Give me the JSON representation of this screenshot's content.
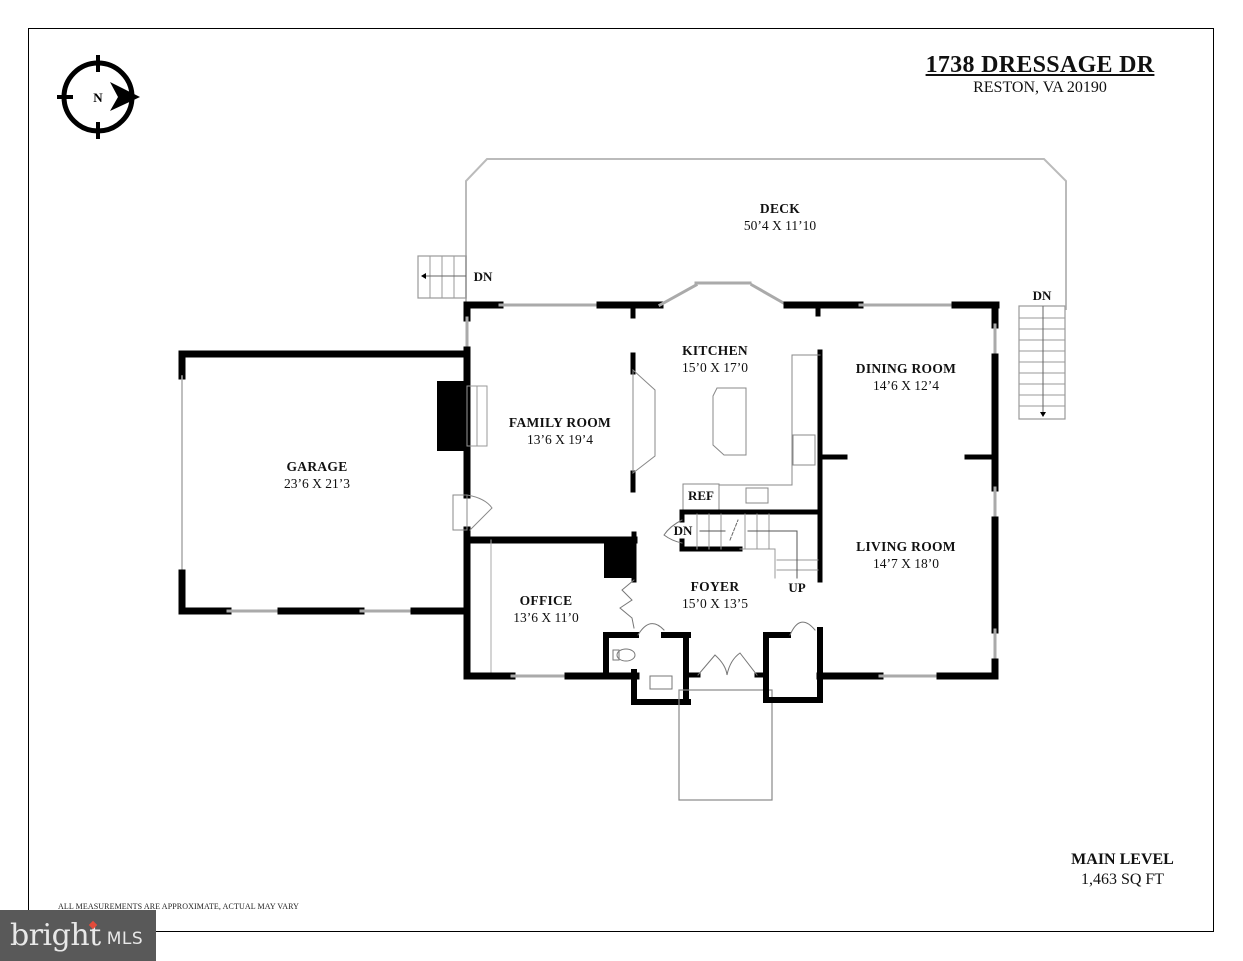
{
  "header": {
    "address": "1738 DRESSAGE DR",
    "city_state_zip": "RESTON, VA 20190"
  },
  "compass": {
    "icon": "north-arrow-compass-icon",
    "label": "N"
  },
  "rooms": [
    {
      "name": "DECK",
      "dimensions": "50’4 X 11’10"
    },
    {
      "name": "KITCHEN",
      "dimensions": "15’0 X 17’0"
    },
    {
      "name": "DINING ROOM",
      "dimensions": "14’6 X 12’4"
    },
    {
      "name": "FAMILY ROOM",
      "dimensions": "13’6 X 19’4"
    },
    {
      "name": "GARAGE",
      "dimensions": "23’6 X 21’3"
    },
    {
      "name": "LIVING ROOM",
      "dimensions": "14’7 X 18’0"
    },
    {
      "name": "OFFICE",
      "dimensions": "13’6 X 11’0"
    },
    {
      "name": "FOYER",
      "dimensions": "15’0 X 13’5"
    }
  ],
  "annotations": {
    "deck_stairs_left": "DN",
    "deck_stairs_right": "DN",
    "interior_stairs_down": "DN",
    "interior_stairs_up": "UP",
    "refrigerator": "REF"
  },
  "footer": {
    "level_name": "MAIN LEVEL",
    "level_area": "1,463 SQ FT",
    "disclaimer": "ALL MEASUREMENTS ARE APPROXIMATE, ACTUAL MAY VARY"
  },
  "watermark": {
    "brand": "bright",
    "suffix": "MLS",
    "accent_color": "#e34b3a",
    "bg_color": "#595959"
  },
  "colors": {
    "wall": "#000000",
    "fixture_line": "#888888",
    "background": "#ffffff"
  }
}
